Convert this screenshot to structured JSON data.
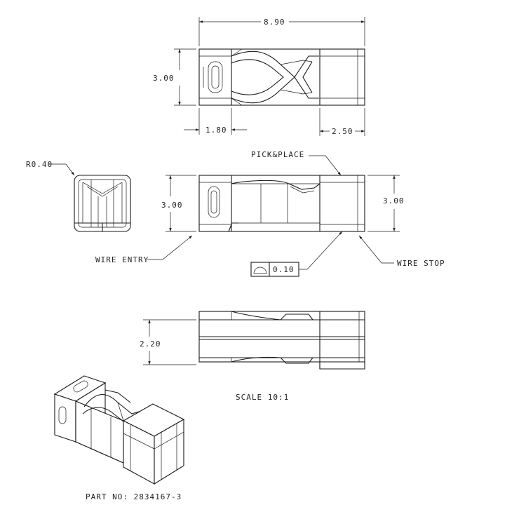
{
  "dimensions": {
    "top_width": "8.90",
    "top_height": "3.00",
    "top_left_len": "1.80",
    "top_right_len": "2.50",
    "front_left_height": "3.00",
    "front_right_height": "3.00",
    "bottom_height": "2.20",
    "radius": "R0.40"
  },
  "labels": {
    "pick_place": "PICK&PLACE",
    "wire_entry": "WIRE ENTRY",
    "wire_stop": "WIRE STOP",
    "scale": "SCALE  10:1",
    "part_no": "PART NO: 2834167-3"
  },
  "tolerance": {
    "value": "0.10"
  }
}
